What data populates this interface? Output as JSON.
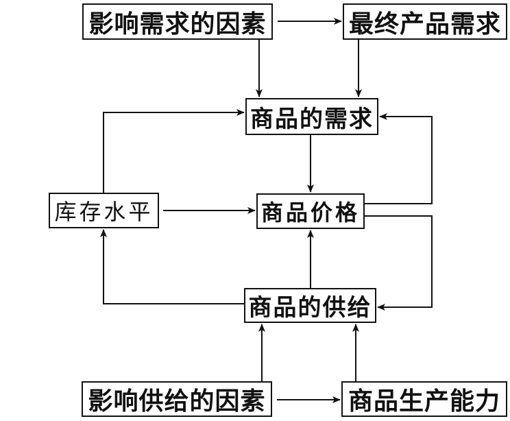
{
  "diagram": {
    "title": "",
    "nodes": {
      "demand_factors": {
        "label": "影响需求的因素"
      },
      "final_demand": {
        "label": "最终产品需求"
      },
      "commodity_demand": {
        "label": "商品的需求"
      },
      "inventory": {
        "label": "库存水平"
      },
      "price": {
        "label": "商品价格"
      },
      "supply": {
        "label": "商品的供给"
      },
      "supply_factors": {
        "label": "影响供给的因素"
      },
      "capacity": {
        "label": "商品生产能力"
      }
    },
    "edges": [
      {
        "from": "demand_factors",
        "to": "final_demand"
      },
      {
        "from": "demand_factors",
        "to": "commodity_demand"
      },
      {
        "from": "final_demand",
        "to": "commodity_demand"
      },
      {
        "from": "inventory",
        "to": "commodity_demand"
      },
      {
        "from": "price",
        "to": "commodity_demand"
      },
      {
        "from": "commodity_demand",
        "to": "price"
      },
      {
        "from": "inventory",
        "to": "price"
      },
      {
        "from": "supply",
        "to": "price"
      },
      {
        "from": "price",
        "to": "supply"
      },
      {
        "from": "supply",
        "to": "inventory"
      },
      {
        "from": "supply_factors",
        "to": "supply"
      },
      {
        "from": "supply_factors",
        "to": "capacity"
      },
      {
        "from": "capacity",
        "to": "supply"
      }
    ],
    "colors": {
      "line": "#111111",
      "background": "#ffffff"
    }
  }
}
